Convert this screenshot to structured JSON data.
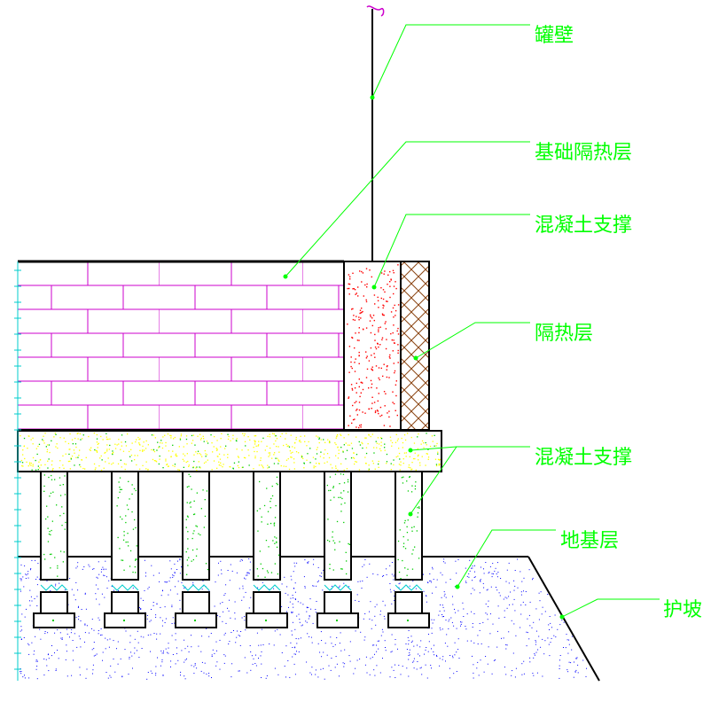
{
  "labels": {
    "tank_wall": "罐壁",
    "foundation_insulation": "基础隔热层",
    "concrete_support_upper": "混凝土支撑",
    "insulation_layer": "隔热层",
    "concrete_support_lower": "混凝土支撑",
    "subgrade_layer": "地基层",
    "slope_protection": "护坡"
  },
  "colors": {
    "callout": "#00ff00",
    "brick": "#cc00cc",
    "concrete_dots_red": "#ff0000",
    "slab_dots_yellow": "#ffff00",
    "pile_dots_green": "#00cc00",
    "soil_dots_blue": "#0000ff",
    "insulation_hatch": "#8b4513",
    "outline": "#000000",
    "wall_marker": "#cc00cc",
    "dim_tick": "#00cccc"
  },
  "counts": {
    "piles": 6
  }
}
